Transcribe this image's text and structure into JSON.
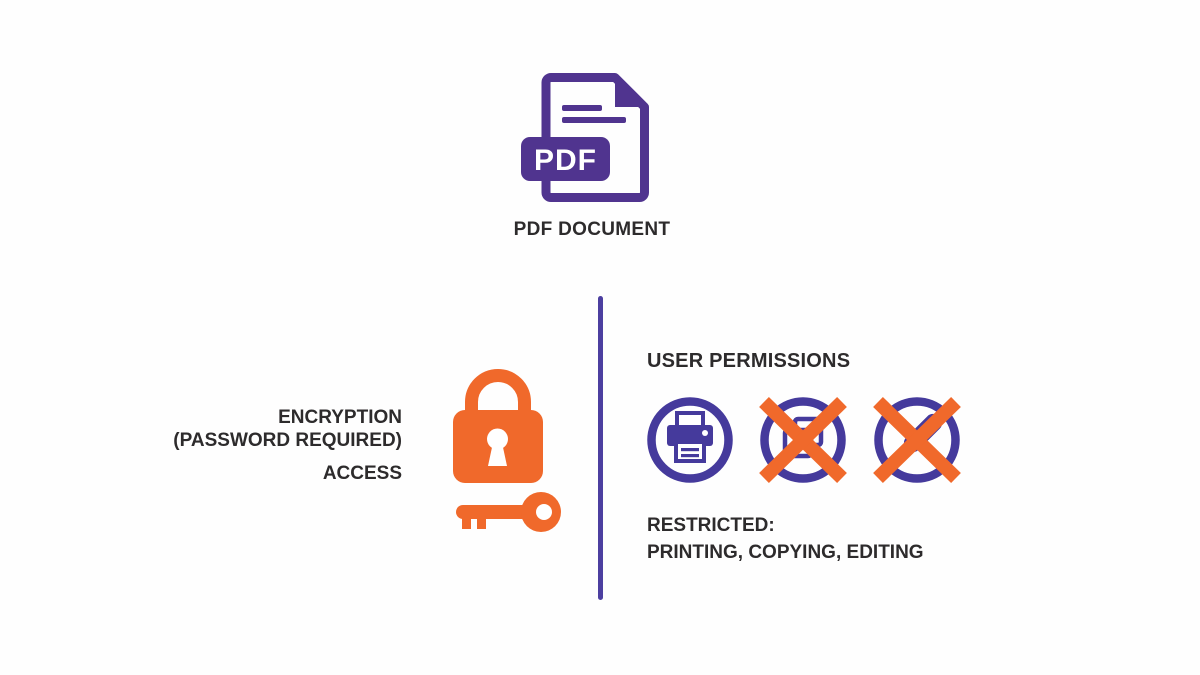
{
  "colors": {
    "purple_icon": "#50348f",
    "purple_ring": "#453a9c",
    "orange": "#f0692b",
    "text": "#2d2b2c",
    "background": "#ffffff"
  },
  "pdf_document": {
    "badge_label": "PDF",
    "caption": "PDF DOCUMENT",
    "icon": "pdf-file-icon"
  },
  "left_section": {
    "line1": "ENCRYPTION",
    "line2": "(PASSWORD REQUIRED)",
    "line3": "ACCESS",
    "icons": [
      "padlock-icon",
      "key-icon"
    ]
  },
  "right_section": {
    "heading": "USER PERMISSIONS",
    "permissions": [
      {
        "name": "printing",
        "icon": "printer-icon",
        "crossed_out": false
      },
      {
        "name": "copying",
        "icon": "copy-icon",
        "crossed_out": true
      },
      {
        "name": "editing",
        "icon": "pencil-icon",
        "crossed_out": true
      }
    ],
    "restricted_label": "RESTRICTED:",
    "restricted_items": "PRINTING, COPYING, EDITING"
  }
}
